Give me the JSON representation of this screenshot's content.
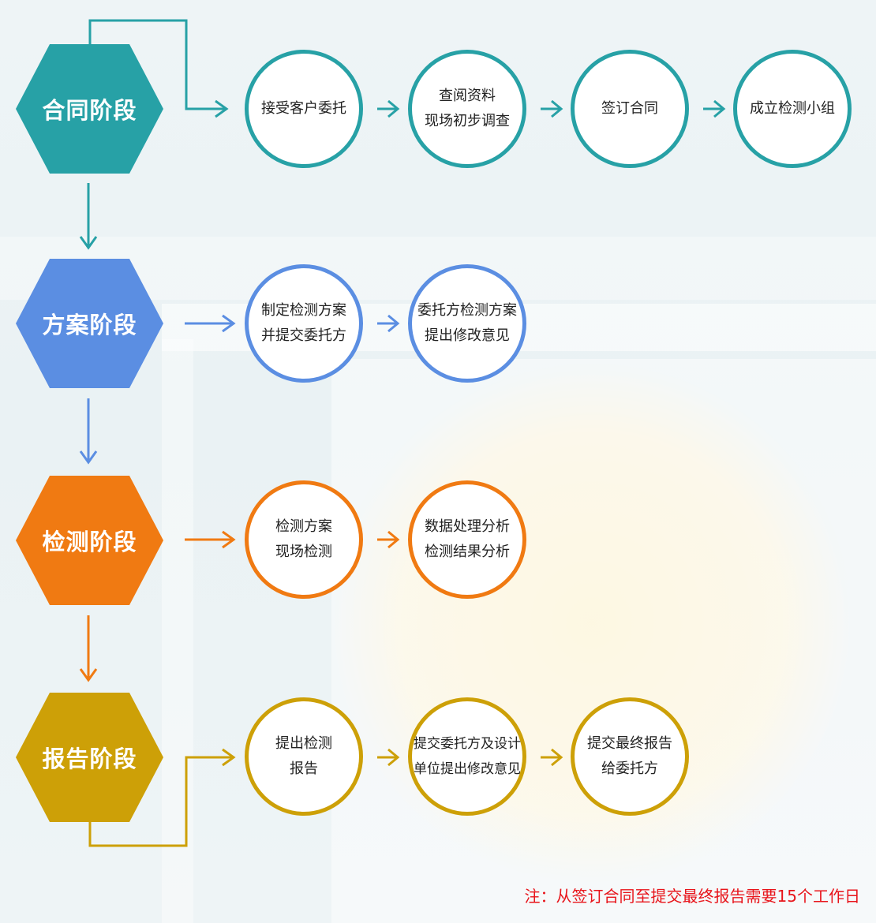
{
  "colors": {
    "contract": "#27a1a6",
    "plan": "#5b8ee2",
    "testing": "#f07a12",
    "report": "#cda007",
    "note": "#e8141a"
  },
  "stages": [
    {
      "label": "合同阶段",
      "steps": [
        {
          "lines": [
            "接受客户委托"
          ]
        },
        {
          "lines": [
            "查阅资料",
            "现场初步调查"
          ]
        },
        {
          "lines": [
            "签订合同"
          ]
        },
        {
          "lines": [
            "成立检测小组"
          ]
        }
      ]
    },
    {
      "label": "方案阶段",
      "steps": [
        {
          "lines": [
            "制定检测方案",
            "并提交委托方"
          ]
        },
        {
          "lines": [
            "委托方检测方案",
            "提出修改意见"
          ]
        }
      ]
    },
    {
      "label": "检测阶段",
      "steps": [
        {
          "lines": [
            "检测方案",
            "现场检测"
          ]
        },
        {
          "lines": [
            "数据处理分析",
            "检测结果分析"
          ]
        }
      ]
    },
    {
      "label": "报告阶段",
      "steps": [
        {
          "lines": [
            "提出检测",
            "报告"
          ]
        },
        {
          "lines": [
            "提交委托方及设计",
            "单位提出修改意见"
          ]
        },
        {
          "lines": [
            "提交最终报告",
            "给委托方"
          ]
        }
      ]
    }
  ],
  "note": "注：从签订合同至提交最终报告需要15个工作日"
}
